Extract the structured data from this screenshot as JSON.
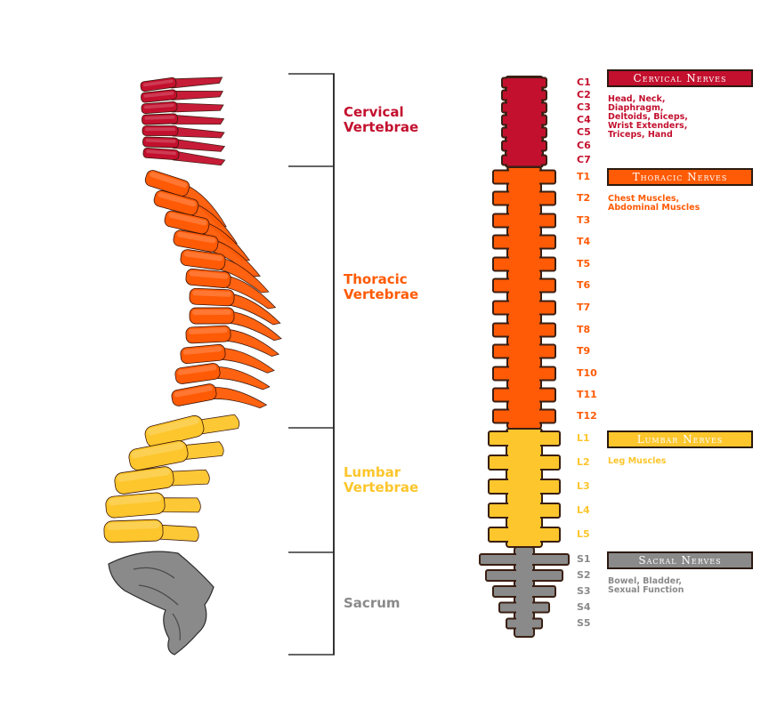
{
  "colors": {
    "cervical": "#c3102e",
    "thoracic": "#ff5a05",
    "lumbar": "#fcc62c",
    "sacral": "#8a8a8a",
    "outline": "#3a1f12",
    "bracket": "#333333"
  },
  "regions": [
    {
      "key": "cervical",
      "label": "Cervical\nVertebrae",
      "nerve_title": "Cervical Nerves",
      "nerve_desc": "Head, Neck,\nDiaphragm,\nDeltoids, Biceps,\nWrist Extenders,\nTriceps, Hand",
      "vertebrae": [
        "C1",
        "C2",
        "C3",
        "C4",
        "C5",
        "C6",
        "C7"
      ]
    },
    {
      "key": "thoracic",
      "label": "Thoracic\nVertebrae",
      "nerve_title": "Thoracic Nerves",
      "nerve_desc": "Chest Muscles,\nAbdominal Muscles",
      "vertebrae": [
        "T1",
        "T2",
        "T3",
        "T4",
        "T5",
        "T6",
        "T7",
        "T8",
        "T9",
        "T10",
        "T11",
        "T12"
      ]
    },
    {
      "key": "lumbar",
      "label": "Lumbar\nVertebrae",
      "nerve_title": "Lumbar Nerves",
      "nerve_desc": "Leg Muscles",
      "vertebrae": [
        "L1",
        "L2",
        "L3",
        "L4",
        "L5"
      ]
    },
    {
      "key": "sacral",
      "label": "Sacrum",
      "nerve_title": "Sacral Nerves",
      "nerve_desc": "Bowel, Bladder,\nSexual Function",
      "vertebrae": [
        "S1",
        "S2",
        "S3",
        "S4",
        "S5"
      ]
    }
  ]
}
